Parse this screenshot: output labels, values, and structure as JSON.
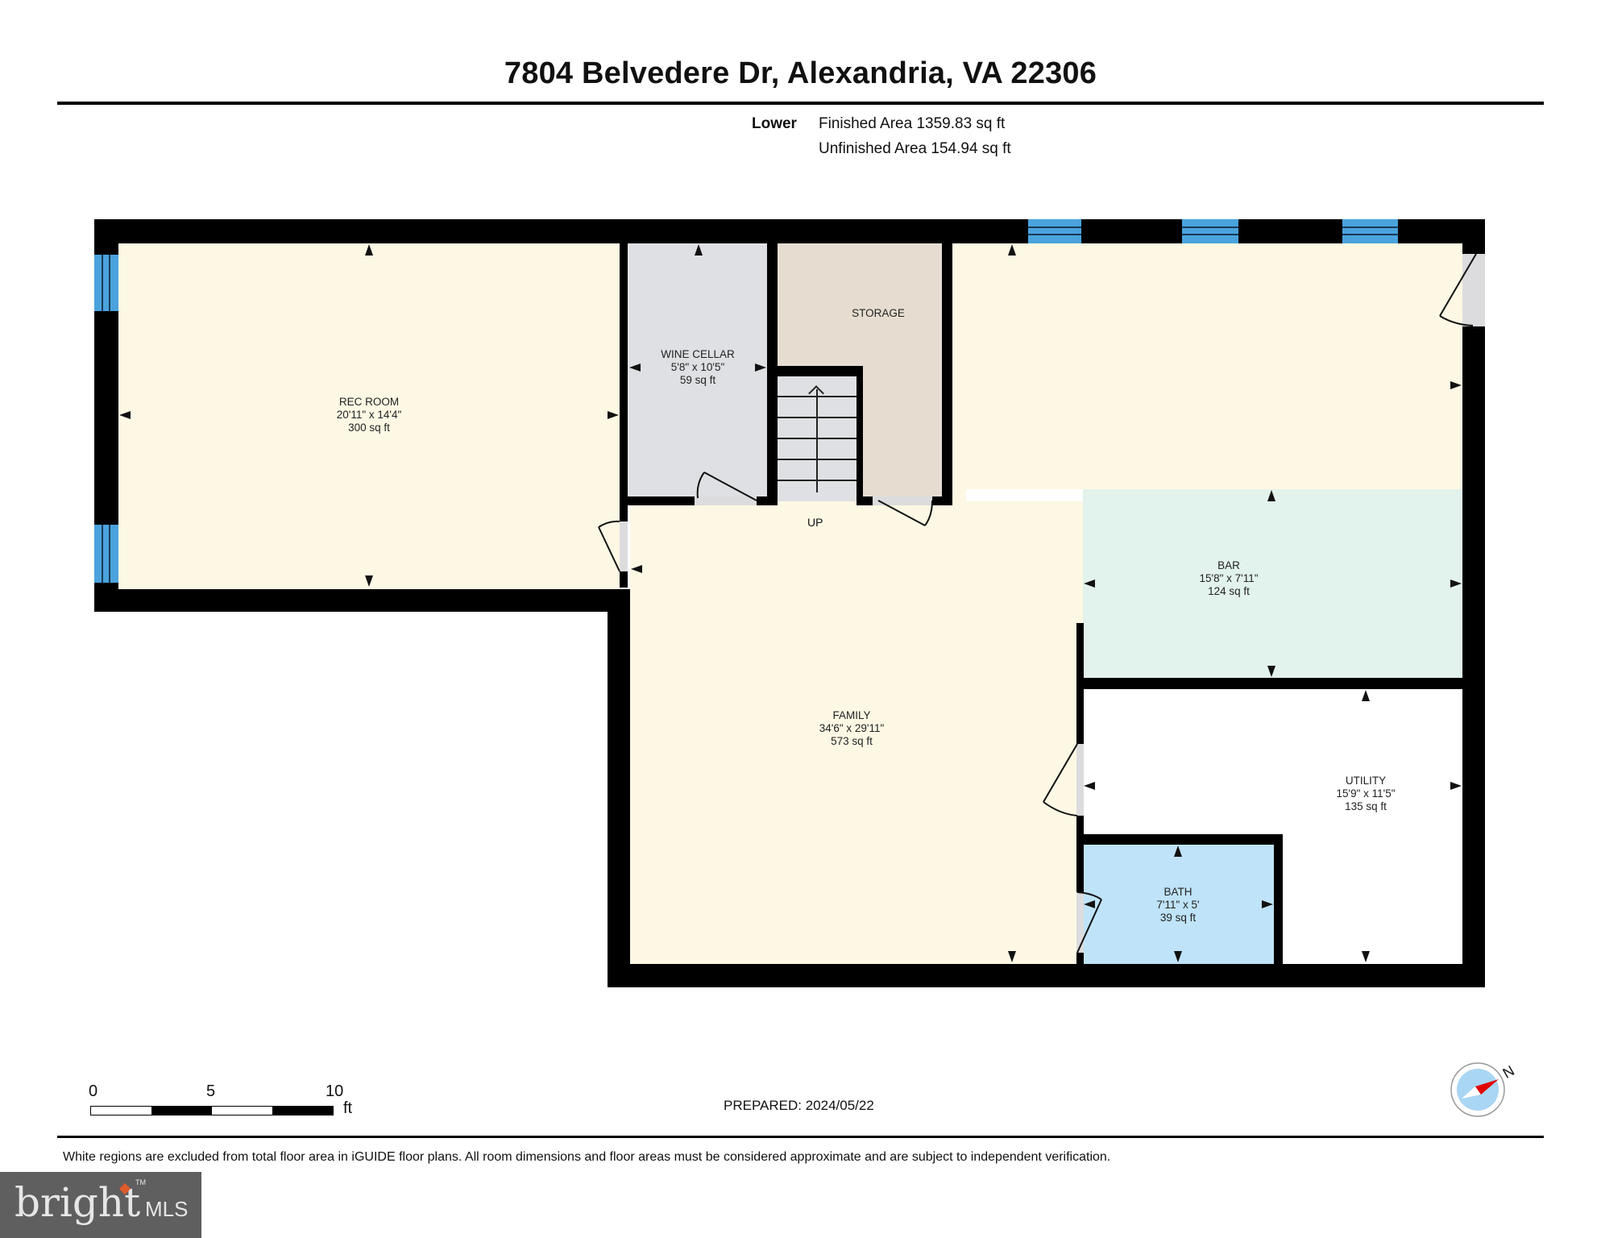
{
  "header": {
    "title": "7804 Belvedere Dr, Alexandria, VA 22306",
    "floor": "Lower",
    "finished_area": "Finished Area 1359.83 sq ft",
    "unfinished_area": "Unfinished Area 154.94 sq ft"
  },
  "colors": {
    "wall": "#000000",
    "window": "#4aa3dd",
    "door_gap": "#dcdcde",
    "rec_room": "#fdf8e4",
    "family": "#fdf8e4",
    "wine_cellar": "#dfe0e3",
    "storage": "#e6ddd0",
    "stairs": "#dfe0e3",
    "bar": "#e2f2ec",
    "utility": "#ffffff",
    "bath": "#bfe3f8"
  },
  "rooms": {
    "rec_room": {
      "name": "REC ROOM",
      "dims": "20'11\" x 14'4\"",
      "area": "300 sq ft"
    },
    "wine_cellar": {
      "name": "WINE CELLAR",
      "dims": "5'8\" x 10'5\"",
      "area": "59 sq ft"
    },
    "storage": {
      "name": "STORAGE"
    },
    "family": {
      "name": "FAMILY",
      "dims": "34'6\" x 29'11\"",
      "area": "573 sq ft"
    },
    "bar": {
      "name": "BAR",
      "dims": "15'8\" x 7'11\"",
      "area": "124 sq ft"
    },
    "utility": {
      "name": "UTILITY",
      "dims": "15'9\" x 11'5\"",
      "area": "135 sq ft"
    },
    "bath": {
      "name": "BATH",
      "dims": "7'11\" x 5'",
      "area": "39 sq ft"
    }
  },
  "stairs": {
    "label": "UP"
  },
  "scale": {
    "ticks": [
      "0",
      "5",
      "10"
    ],
    "unit": "ft"
  },
  "prepared": "PREPARED: 2024/05/22",
  "compass": {
    "label": "N"
  },
  "footer": {
    "disclaimer": "White regions are excluded from total floor area in iGUIDE floor plans. All room dimensions and floor areas must be considered approximate and are subject to independent verification."
  },
  "logo": {
    "brand": "bright",
    "suffix": "MLS",
    "tm": "TM"
  }
}
